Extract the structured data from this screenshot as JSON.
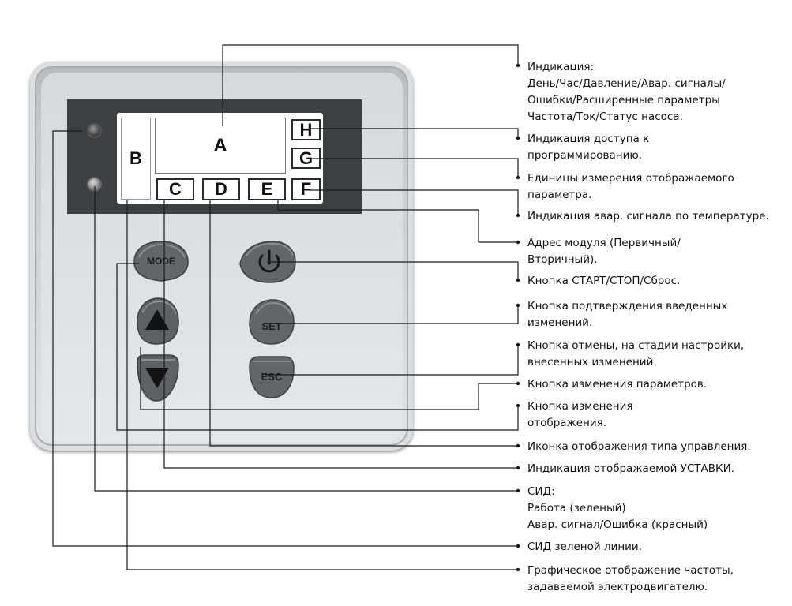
{
  "display": {
    "segment_a": "A",
    "segment_b": "B",
    "segment_c": "C",
    "segment_d": "D",
    "segment_e": "E",
    "segment_f": "F",
    "segment_g": "G",
    "segment_h": "H"
  },
  "buttons": {
    "mode": "MODE",
    "set": "SET",
    "esc": "ESC"
  },
  "callouts": [
    {
      "text": "Индикация:\nДень/Час/Давление/Авар. сигналы/\nОшибки/Расширенные параметры\nЧастота/Ток/Статус насоса."
    },
    {
      "text": "Индикация доступа к\nпрограммированию."
    },
    {
      "text": "Единицы измерения отображаемого\nпараметра."
    },
    {
      "text": "Индикация авар. сигнала по температуре."
    },
    {
      "text": "Адрес модуля (Первичный/\nВторичный)."
    },
    {
      "text": "Кнопка СТАРТ/СТОП/Сброс."
    },
    {
      "text": "Кнопка подтверждения введенных\nизменений."
    },
    {
      "text": "Кнопка отмены, на стадии настройки,\nвнесенных изменений."
    },
    {
      "text": "Кнопка изменения параметров."
    },
    {
      "text": "Кнопка изменения\nотображения."
    },
    {
      "text": "Иконка отображения типа управления."
    },
    {
      "text": "Индикация отображаемой УСТАВКИ."
    },
    {
      "text": "СИД:\nРабота (зеленый)\nАвар. сигнал/Ошибка (красный)"
    },
    {
      "text": "СИД зеленой линии."
    },
    {
      "text": "Графическое отображение частоты,\nзадаваемой электродвигателю."
    }
  ]
}
